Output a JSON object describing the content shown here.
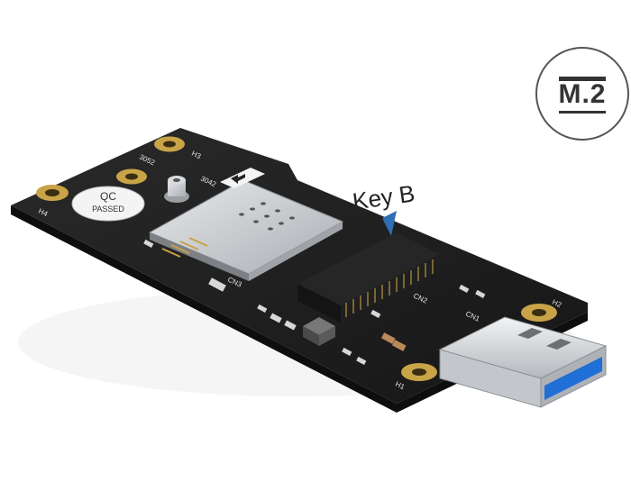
{
  "badge": {
    "label": "M.2"
  },
  "callout": {
    "label": "Key B"
  },
  "board_marks": {
    "qc_top": "QC",
    "qc_bottom": "PASSED",
    "h1": "H1",
    "h2": "H2",
    "h3": "H3",
    "h4": "H4",
    "cn1": "CN1",
    "cn2": "CN2",
    "cn3": "CN3",
    "model_a": "3052",
    "model_b": "3042"
  },
  "colors": {
    "pcb": "#1c1c1c",
    "pcb_edge": "#0e0e0e",
    "gold": "#c9a347",
    "usb_blue": "#1f6fd6",
    "silver": "#c9ccd0",
    "callout_arrow": "#2f6fb5"
  },
  "icons": {
    "arrow_marker": "left-arrow-icon"
  }
}
